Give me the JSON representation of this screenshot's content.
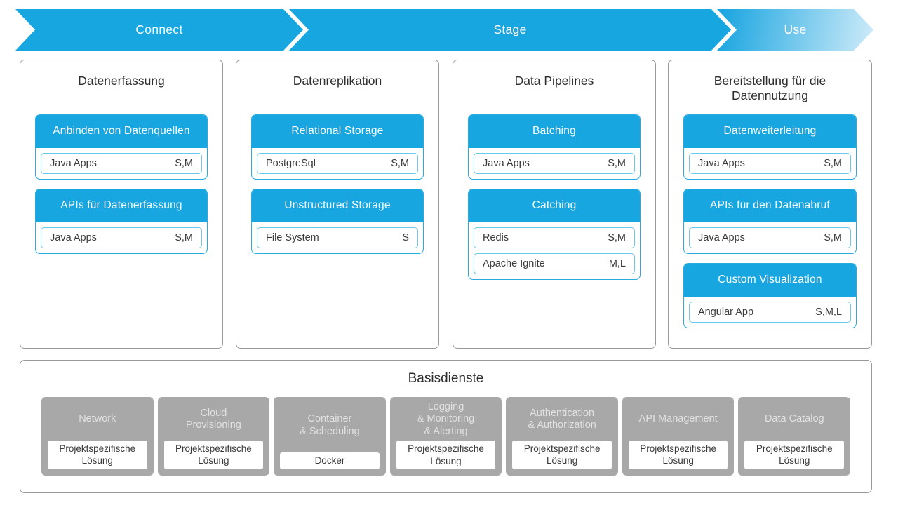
{
  "banner": {
    "stages": [
      {
        "label": "Connect"
      },
      {
        "label": "Stage"
      },
      {
        "label": "Use"
      }
    ]
  },
  "columns": [
    {
      "title": "Datenerfassung",
      "cards": [
        {
          "header": "Anbinden von Datenquellen",
          "items": [
            {
              "name": "Java Apps",
              "sizes": "S,M"
            }
          ]
        },
        {
          "header": "APIs für Datenerfassung",
          "items": [
            {
              "name": "Java Apps",
              "sizes": "S,M"
            }
          ]
        }
      ]
    },
    {
      "title": "Datenreplikation",
      "cards": [
        {
          "header": "Relational Storage",
          "items": [
            {
              "name": "PostgreSql",
              "sizes": "S,M"
            }
          ]
        },
        {
          "header": "Unstructured Storage",
          "items": [
            {
              "name": "File System",
              "sizes": "S"
            }
          ]
        }
      ]
    },
    {
      "title": "Data Pipelines",
      "cards": [
        {
          "header": "Batching",
          "items": [
            {
              "name": "Java Apps",
              "sizes": "S,M"
            }
          ]
        },
        {
          "header": "Catching",
          "items": [
            {
              "name": "Redis",
              "sizes": "S,M"
            },
            {
              "name": "Apache Ignite",
              "sizes": "M,L"
            }
          ]
        }
      ]
    },
    {
      "title": "Bereitstellung für die Datennutzung",
      "cards": [
        {
          "header": "Datenweiterleitung",
          "items": [
            {
              "name": "Java Apps",
              "sizes": "S,M"
            }
          ]
        },
        {
          "header": "APIs für den Datenabruf",
          "items": [
            {
              "name": "Java Apps",
              "sizes": "S,M"
            }
          ]
        },
        {
          "header": "Custom Visualization",
          "items": [
            {
              "name": "Angular App",
              "sizes": "S,M,L"
            }
          ]
        }
      ]
    }
  ],
  "base_services": {
    "title": "Basisdienste",
    "boxes": [
      {
        "title": "Network",
        "solution": "Projektspezifische Lösung"
      },
      {
        "title": "Cloud\nProvisioning",
        "solution": "Projektspezifische Lösung"
      },
      {
        "title": "Container\n& Scheduling",
        "solution": "Docker"
      },
      {
        "title": "Logging\n& Monitoring\n& Alerting",
        "solution": "Projektspezifische Lösung"
      },
      {
        "title": "Authentication\n& Authorization",
        "solution": "Projektspezifische Lösung"
      },
      {
        "title": "API Management",
        "solution": "Projektspezifische Lösung"
      },
      {
        "title": "Data Catalog",
        "solution": "Projektspezifische Lösung"
      }
    ]
  },
  "colors": {
    "accent_blue": "#18a6e1",
    "accent_blue_light": "#c9e9f8",
    "card_border_blue": "#29abe2",
    "item_border_blue": "#6ac9ee",
    "panel_border_gray": "#9a9a9a",
    "base_box_gray": "#a8a8a8",
    "base_box_title_gray": "#e2e2e2",
    "text_dark": "#2d2d2d"
  }
}
